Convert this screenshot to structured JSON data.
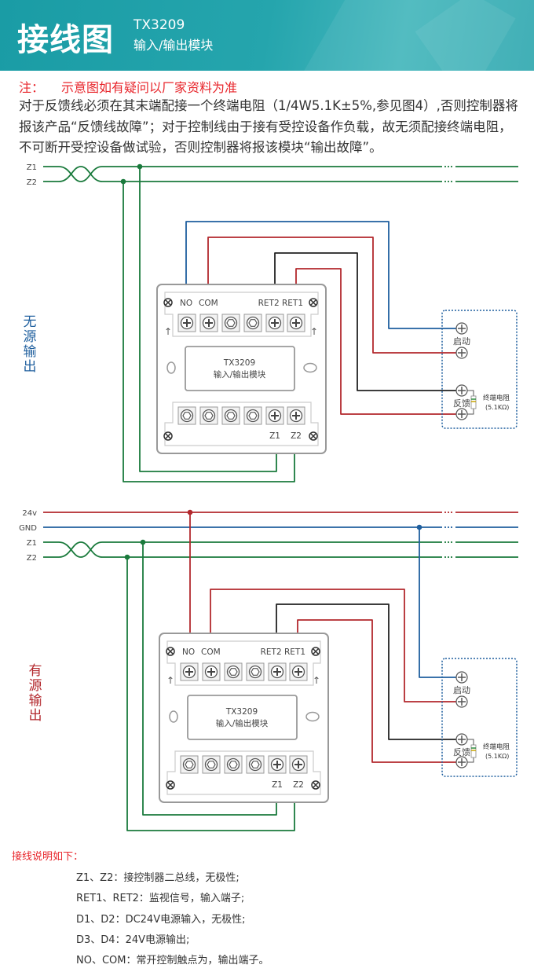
{
  "header": {
    "title": "接线图",
    "model": "TX3209",
    "subtitle": "输入/输出模块",
    "background_color": "#1fa0a8"
  },
  "note": {
    "label": "注：",
    "text": "示意图如有疑问以厂家资料为准"
  },
  "description": "对于反馈线必须在其末端配接一个终端电阻（1/4W5.1K±5%,参见图4）,否则控制器将报该产品“反馈线故障”；对于控制线由于接有受控设备作负载，故无须配接终端电阻，不可断开受控设备做试验，否则控制器将报该模块“输出故障”。",
  "colors": {
    "blue": "#1f5f9e",
    "red": "#b3282d",
    "black": "#222222",
    "green": "#1a7a3c",
    "module_border": "#999999",
    "note_red": "#e8252b"
  },
  "module": {
    "top_labels": {
      "no": "NO",
      "com": "COM",
      "ret": "RET2 RET1"
    },
    "display_model": "TX3209",
    "display_name": "输入/输出模块",
    "bottom_labels": {
      "z1": "Z1",
      "z2": "Z2"
    }
  },
  "device": {
    "start_label": "启动",
    "feedback_label": "反馈",
    "resistor_label": "终端电阻",
    "resistor_value": "(5.1KΩ)"
  },
  "diagram_passive": {
    "side_label": "无源输出",
    "bus_labels": [
      "Z1",
      "Z2"
    ]
  },
  "diagram_active": {
    "side_label": "有源输出",
    "bus_labels": [
      "24v",
      "GND",
      "Z1",
      "Z2"
    ]
  },
  "legend": {
    "title": "接线说明如下：",
    "items": [
      "Z1、Z2：接控制器二总线，无极性;",
      "RET1、RET2：监视信号，输入端子;",
      "D1、D2：DC24V电源输入，无极性;",
      "D3、D4：24V电源输出;",
      "NO、COM：常开控制触点为，输出端子。"
    ]
  }
}
